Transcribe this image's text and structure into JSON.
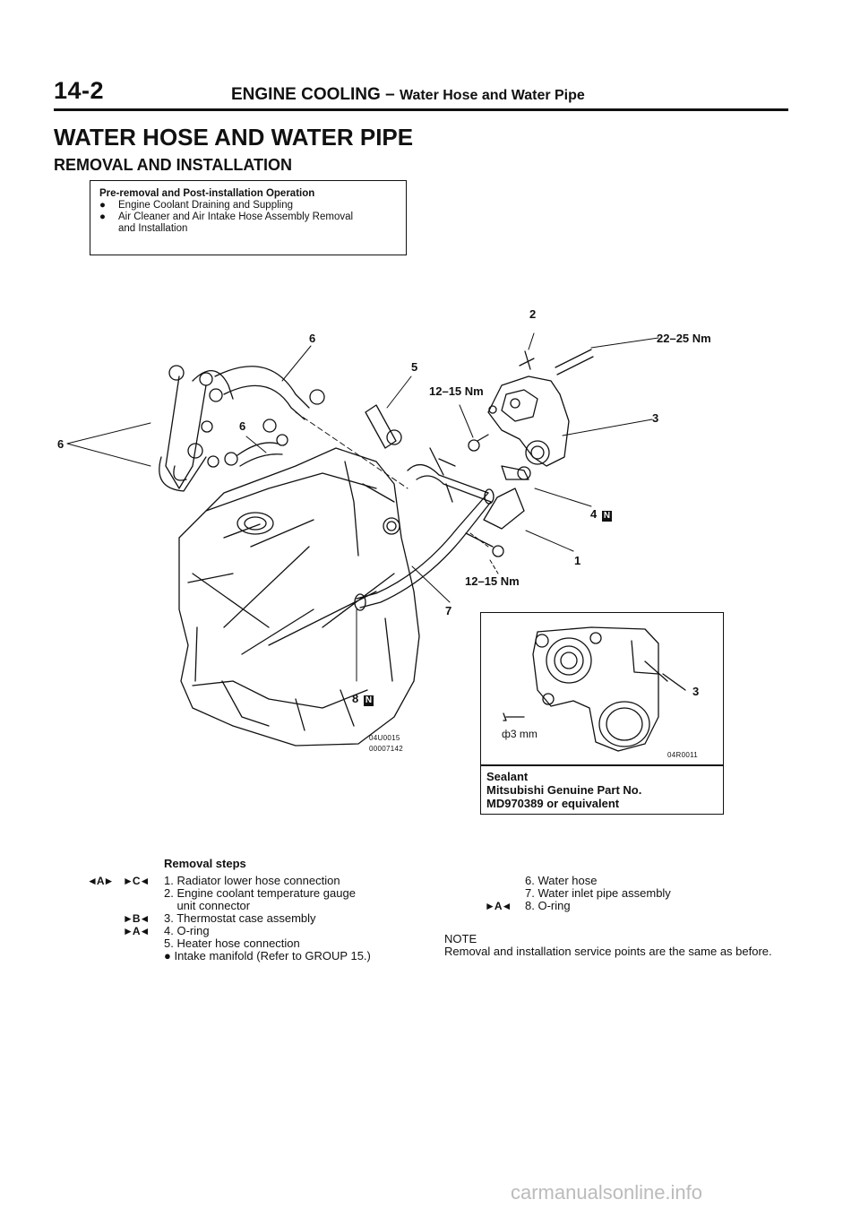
{
  "header": {
    "page_number": "14-2",
    "section": "ENGINE COOLING",
    "separator": "–",
    "subsection": "Water Hose and Water Pipe"
  },
  "title": "WATER HOSE AND WATER PIPE",
  "subtitle": "REMOVAL AND INSTALLATION",
  "pre_removal": {
    "heading": "Pre-removal and Post-installation Operation",
    "items": [
      "Engine Coolant Draining and Suppling",
      "Air Cleaner and Air Intake Hose Assembly Removal",
      "and Installation"
    ]
  },
  "diagram": {
    "callouts": {
      "c2": "2",
      "torque_22_25": "22–25 Nm",
      "c6_top": "6",
      "c5": "5",
      "torque_12_15_top": "12–15 Nm",
      "c3": "3",
      "c6_mid": "6",
      "c6_left": "6",
      "c4": "4",
      "c1": "1",
      "torque_12_15_bottom": "12–15 Nm",
      "c7": "7",
      "c8": "8",
      "new_mark": "N",
      "code_a": "04U0015",
      "code_b": "00007142"
    },
    "inset": {
      "c3": "3",
      "bead": "ф3 mm",
      "code": "04R0011"
    }
  },
  "sealant": {
    "line1": "Sealant",
    "line2": "Mitsubishi Genuine Part No.",
    "line3": "MD970389 or equivalent"
  },
  "removal_steps": {
    "title": "Removal steps",
    "marks": {
      "a_removal": "◄A►",
      "c_install": "►C◄",
      "b_install": "►B◄",
      "a_install": "►A◄",
      "a_install_8": "►A◄"
    },
    "left": [
      "1. Radiator lower hose connection",
      "2. Engine coolant temperature gauge",
      "    unit connector",
      "3. Thermostat case assembly",
      "4. O-ring",
      "5. Heater hose connection",
      "● Intake manifold (Refer to GROUP 15.)"
    ],
    "right": [
      "6. Water hose",
      "7. Water inlet pipe assembly",
      "8. O-ring"
    ]
  },
  "note": {
    "label": "NOTE",
    "text": "Removal and installation service points are the same as before."
  },
  "watermark": "carmanualsonline.info"
}
